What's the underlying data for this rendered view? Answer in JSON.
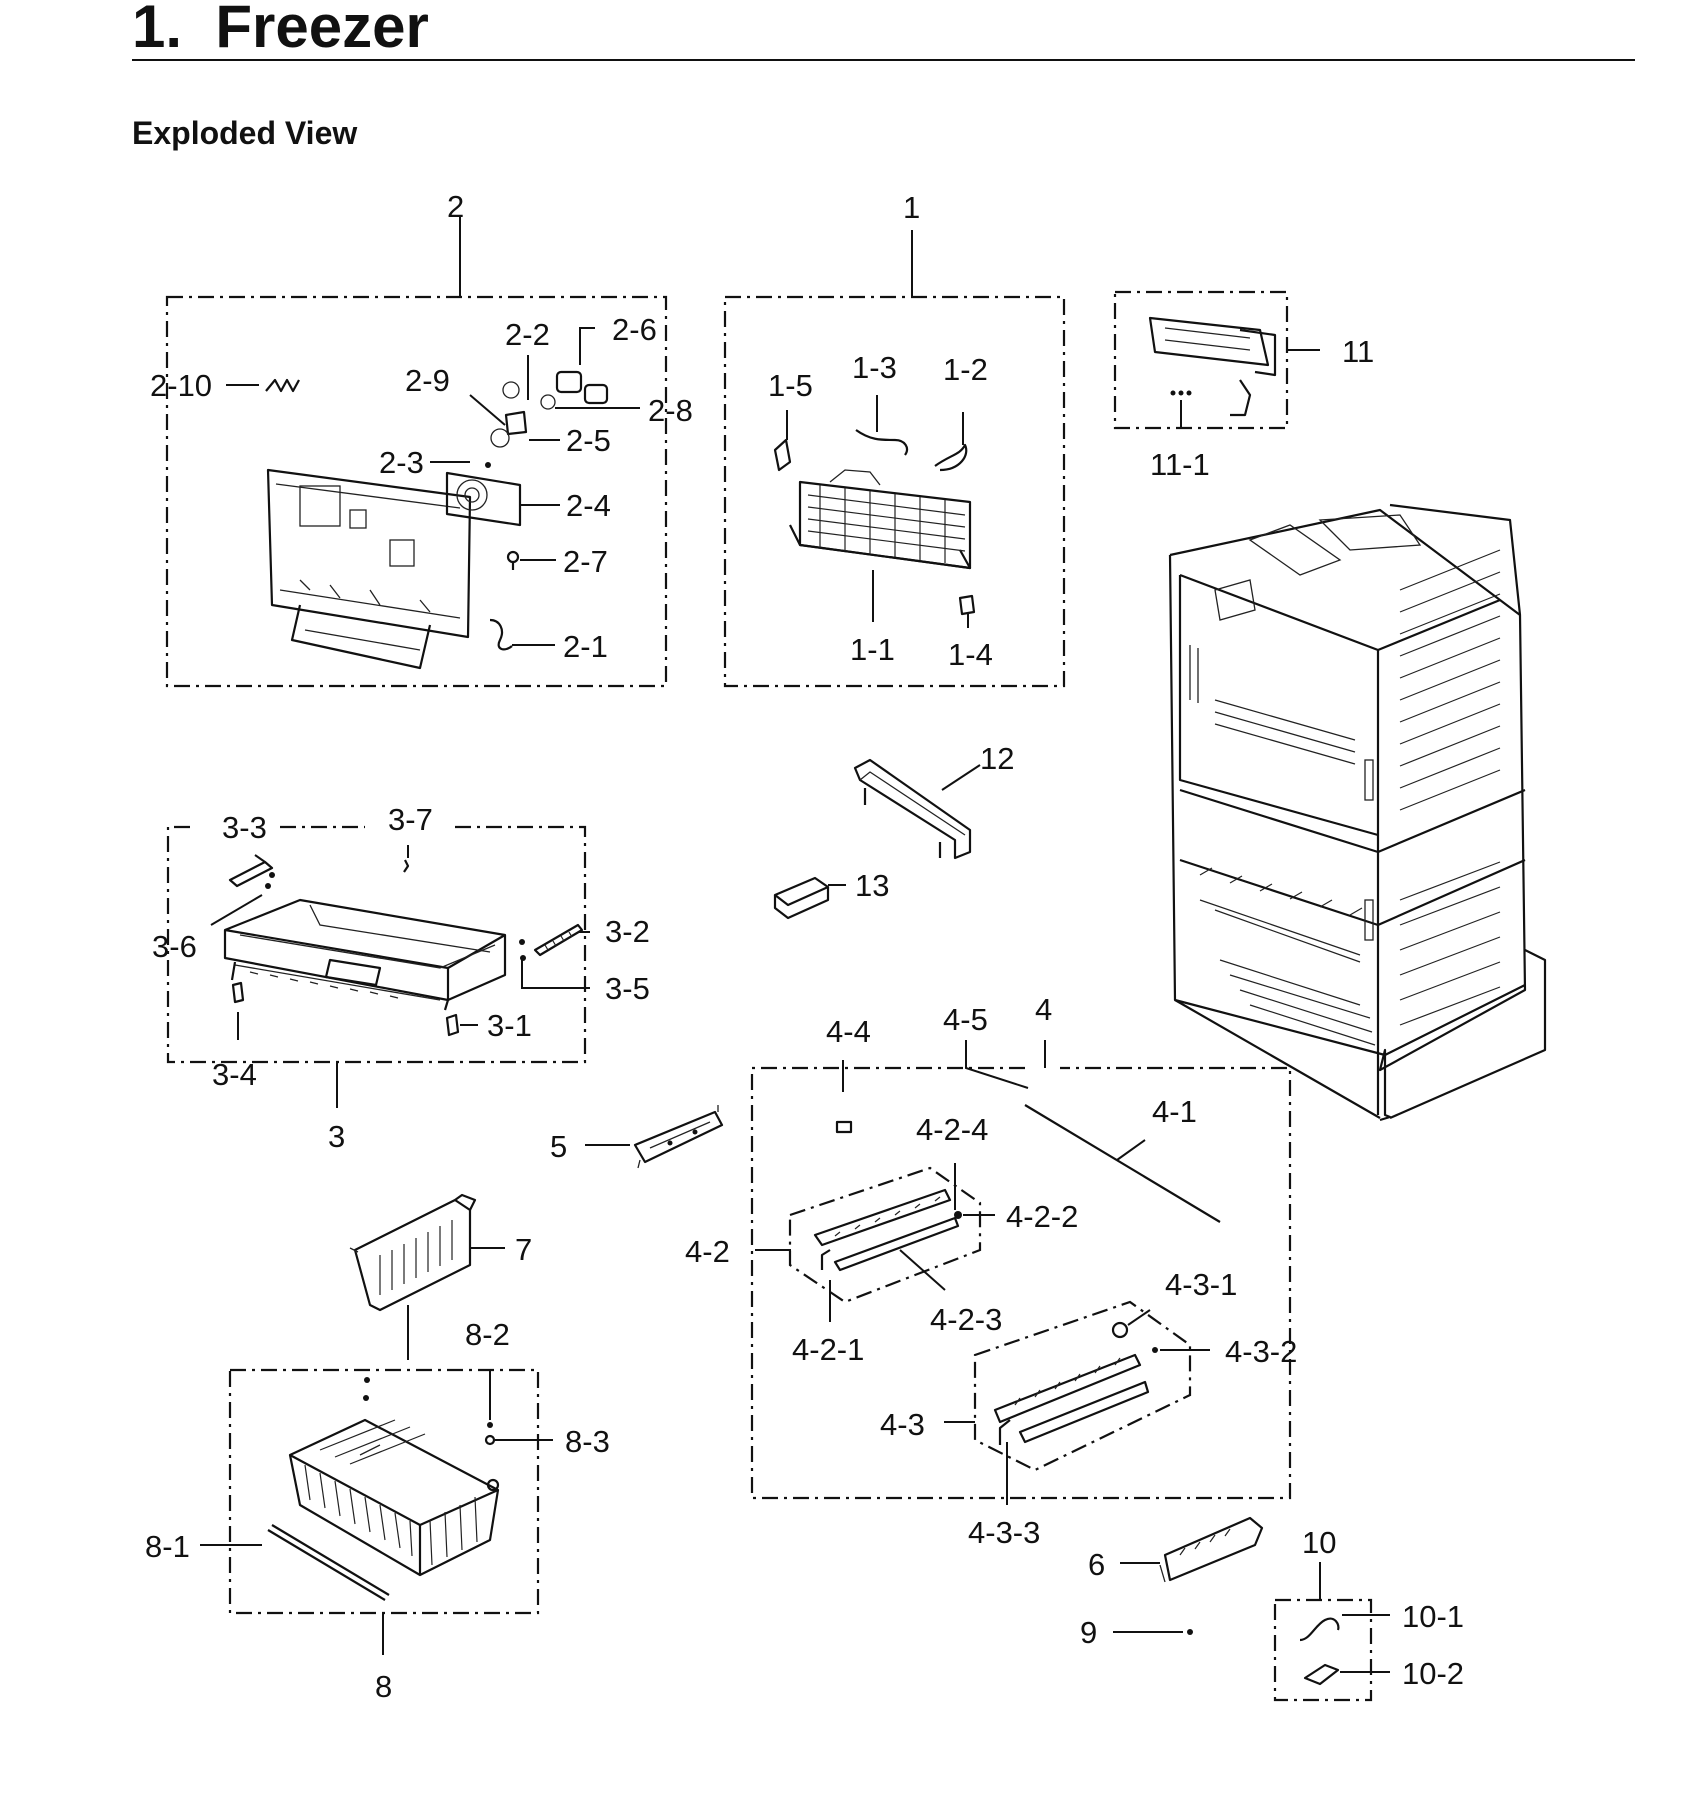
{
  "header": {
    "title": "1.  Freezer",
    "subtitle": "Exploded View"
  },
  "callouts": {
    "a1": "1",
    "a1_1": "1-1",
    "a1_2": "1-2",
    "a1_3": "1-3",
    "a1_4": "1-4",
    "a1_5": "1-5",
    "a2": "2",
    "a2_1": "2-1",
    "a2_2": "2-2",
    "a2_3": "2-3",
    "a2_4": "2-4",
    "a2_5": "2-5",
    "a2_6": "2-6",
    "a2_7": "2-7",
    "a2_8": "2-8",
    "a2_9": "2-9",
    "a2_10": "2-10",
    "a3": "3",
    "a3_1": "3-1",
    "a3_2": "3-2",
    "a3_3": "3-3",
    "a3_4": "3-4",
    "a3_5": "3-5",
    "a3_6": "3-6",
    "a3_7": "3-7",
    "a4": "4",
    "a4_1": "4-1",
    "a4_2": "4-2",
    "a4_2_1": "4-2-1",
    "a4_2_2": "4-2-2",
    "a4_2_3": "4-2-3",
    "a4_2_4": "4-2-4",
    "a4_3": "4-3",
    "a4_3_1": "4-3-1",
    "a4_3_2": "4-3-2",
    "a4_3_3": "4-3-3",
    "a4_4": "4-4",
    "a4_5": "4-5",
    "a5": "5",
    "a6": "6",
    "a7": "7",
    "a8": "8",
    "a8_1": "8-1",
    "a8_2": "8-2",
    "a8_3": "8-3",
    "a9": "9",
    "a10": "10",
    "a10_1": "10-1",
    "a10_2": "10-2",
    "a11": "11",
    "a11_1": "11-1",
    "a12": "12",
    "a13": "13"
  }
}
